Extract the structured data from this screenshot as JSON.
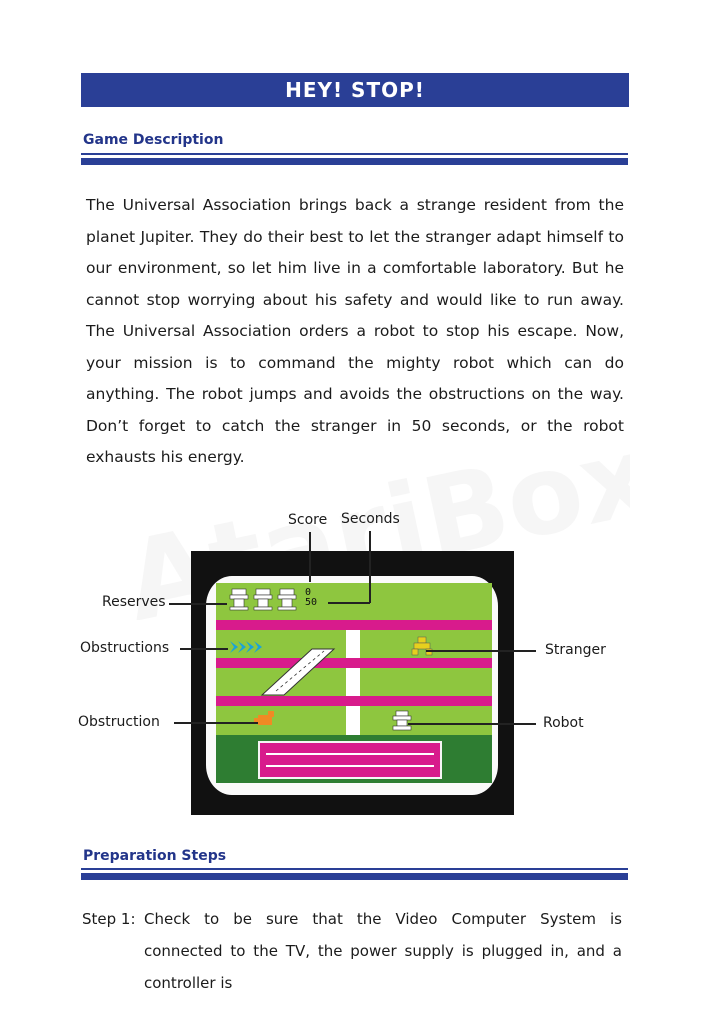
{
  "header": {
    "title": "HEY! STOP!"
  },
  "sections": {
    "game_description": "Game Description",
    "preparation_steps": "Preparation Steps"
  },
  "description": "The Universal Association brings back a strange resident from the planet Jupiter.  They do their best to let the stranger adapt himself to our environment, so let him live in a comfortable laboratory. But he cannot stop worrying about his safety and would like to run away. The Universal Association orders a robot to stop his escape. Now, your mission is to command the mighty robot which can do anything. The robot jumps and avoids the obstructions on the way. Don’t forget to catch the stranger in 50 seconds, or the robot exhausts his energy.",
  "diagram": {
    "labels": {
      "score": "Score",
      "seconds": "Seconds",
      "reserves": "Reserves",
      "obstructions": "Obstructions",
      "obstruction": "Obstruction",
      "stranger": "Stranger",
      "robot": "Robot"
    },
    "hud": {
      "score_value": "0",
      "seconds_value": "50"
    },
    "colors": {
      "playfield": "#8ec63f",
      "stripe": "#d81b8c",
      "hud": "#2e7d32",
      "tv_body": "#111111"
    }
  },
  "steps": [
    {
      "number": "Step 1:",
      "text": "Check to be sure that the Video Computer System is connected to the TV, the power supply is plugged in, and a controller is"
    }
  ],
  "watermark": "AtariBoxed.com"
}
